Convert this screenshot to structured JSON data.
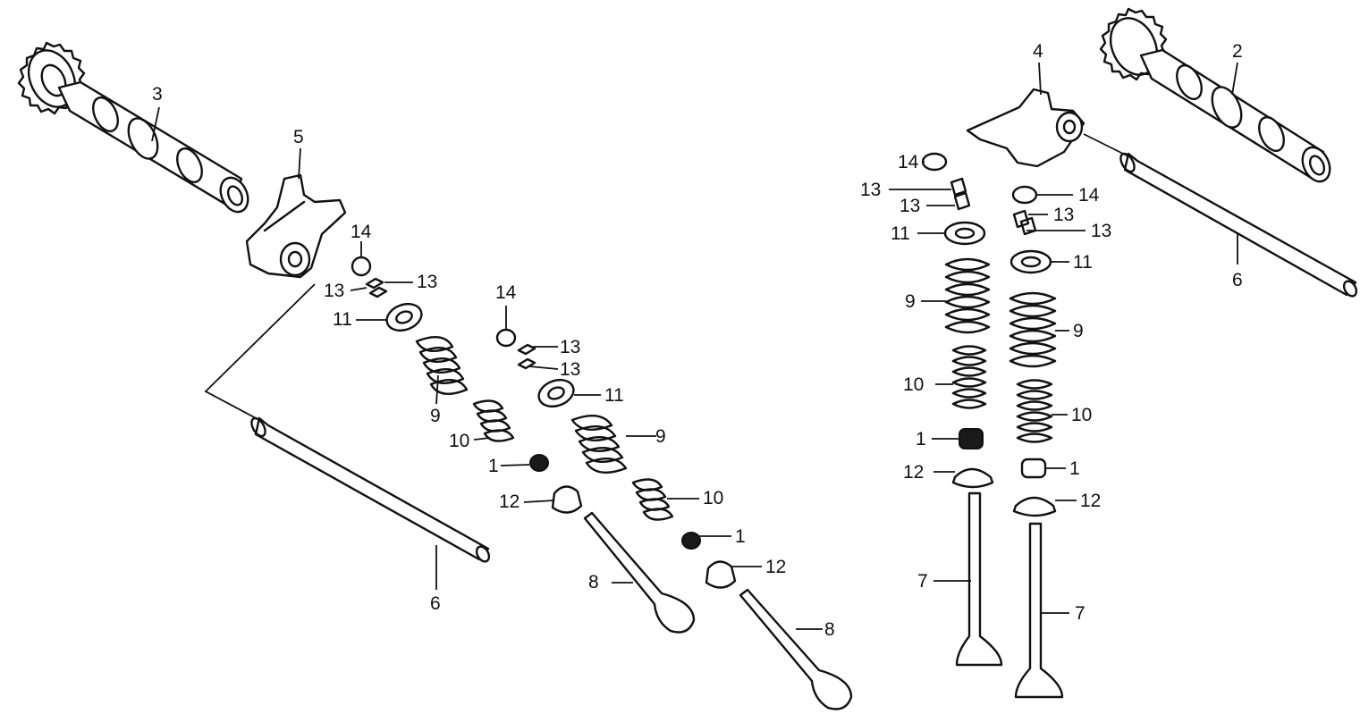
{
  "callouts": {
    "c_3": "3",
    "c_5": "5",
    "c_14a": "14",
    "c_13a": "13",
    "c_13b": "13",
    "c_11a": "11",
    "c_9a": "9",
    "c_10a": "10",
    "c_1a": "1",
    "c_12a": "12",
    "c_6a": "6",
    "c_14b": "14",
    "c_13c": "13",
    "c_13d": "13",
    "c_11b": "11",
    "c_9b": "9",
    "c_10b": "10",
    "c_1b": "1",
    "c_12b": "12",
    "c_8a": "8",
    "c_8b": "8",
    "c_4": "4",
    "c_2": "2",
    "c_6b": "6",
    "c_14c": "14",
    "c_13e": "13",
    "c_13f": "13",
    "c_11c": "11",
    "c_9c": "9",
    "c_10c": "10",
    "c_1c": "1",
    "c_12c": "12",
    "c_7a": "7",
    "c_14d": "14",
    "c_13g": "13",
    "c_13h": "13",
    "c_11d": "11",
    "c_9d": "9",
    "c_10d": "10",
    "c_1d": "1",
    "c_12d": "12",
    "c_7b": "7"
  }
}
